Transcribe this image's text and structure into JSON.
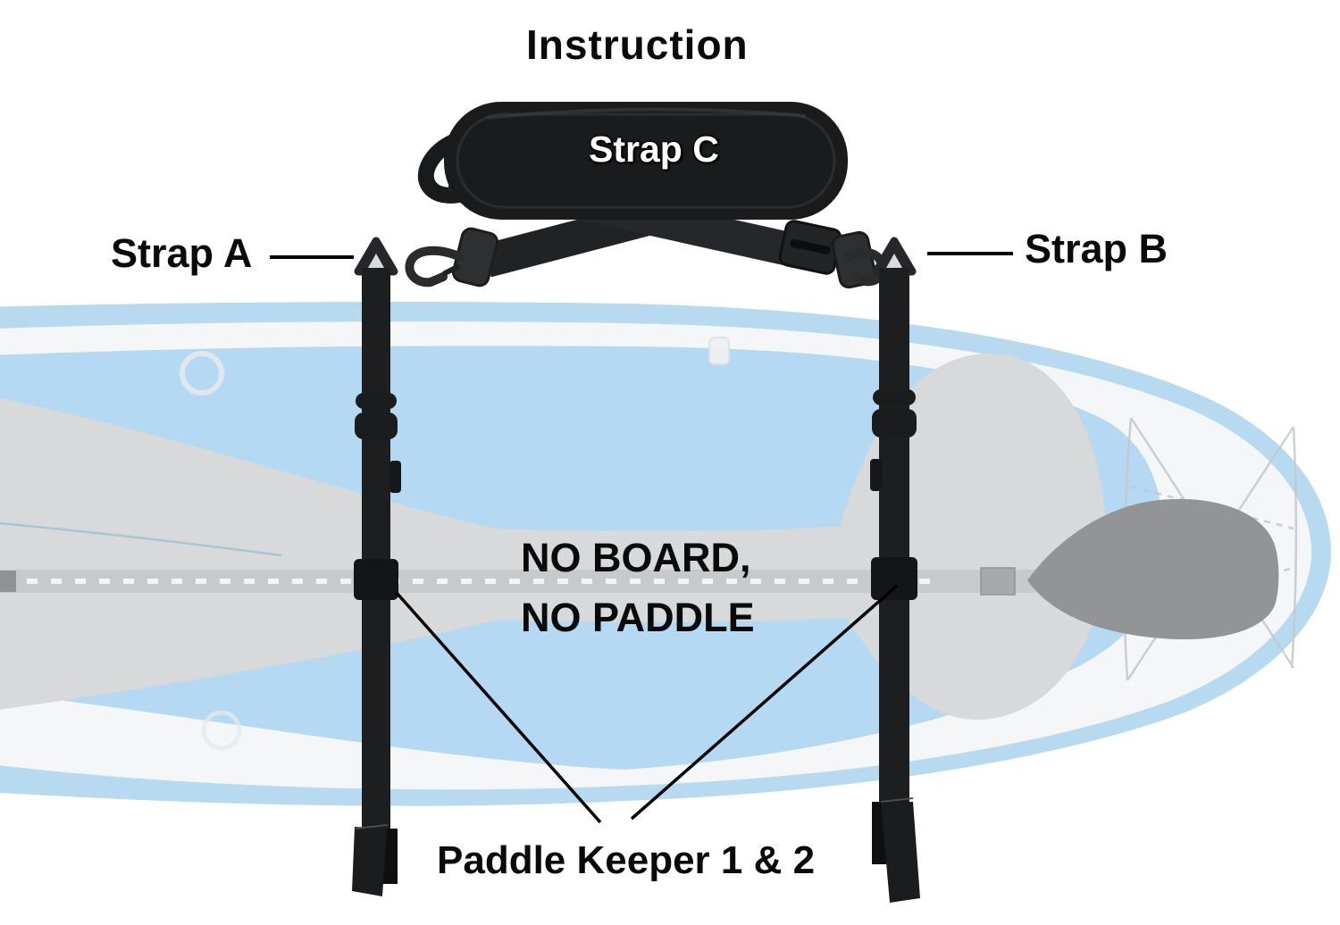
{
  "title": "Instruction",
  "labels": {
    "strap_a": "Strap A",
    "strap_b": "Strap B",
    "strap_c": "Strap C",
    "paddle_keeper": "Paddle Keeper 1 & 2"
  },
  "note": {
    "line1": "NO BOARD,",
    "line2": "NO PADDLE"
  },
  "colors": {
    "background": "#ffffff",
    "text": "#0a0a0a",
    "strap_black": "#1d1e20",
    "pad_black": "#1a1b1d",
    "board_rim_blue": "#b7daf1",
    "board_rail_white": "#f4f6f8",
    "deck_blue": "#b5d9f2",
    "traction_pad_gray": "#d7d9db",
    "paddle_shaft_gray": "#c7c9cb",
    "paddle_blade_gray": "#929496"
  }
}
